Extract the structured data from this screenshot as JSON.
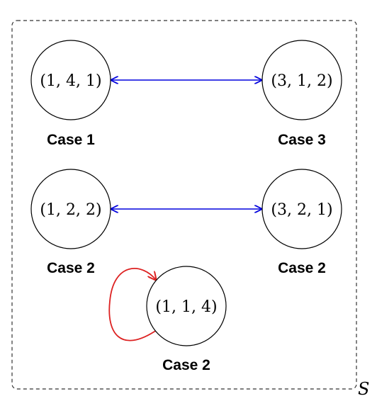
{
  "set_label": "S",
  "nodes": [
    {
      "id": "n141",
      "label": "(1, 4, 1)",
      "case": "Case 1"
    },
    {
      "id": "n312",
      "label": "(3, 1, 2)",
      "case": "Case 3"
    },
    {
      "id": "n122",
      "label": "(1, 2, 2)",
      "case": "Case 2"
    },
    {
      "id": "n321",
      "label": "(3, 2, 1)",
      "case": "Case 2"
    },
    {
      "id": "n114",
      "label": "(1, 1, 4)",
      "case": "Case 2"
    }
  ],
  "edges": [
    {
      "from": "n141",
      "to": "n312",
      "bidirectional": true,
      "color": "#0000dd"
    },
    {
      "from": "n122",
      "to": "n321",
      "bidirectional": true,
      "color": "#0000dd"
    },
    {
      "from": "n114",
      "to": "n114",
      "self_loop": true,
      "color": "#dd2222"
    }
  ],
  "colors": {
    "swap_edge": "#0000dd",
    "self_loop": "#dd2222",
    "border": "#333333"
  }
}
